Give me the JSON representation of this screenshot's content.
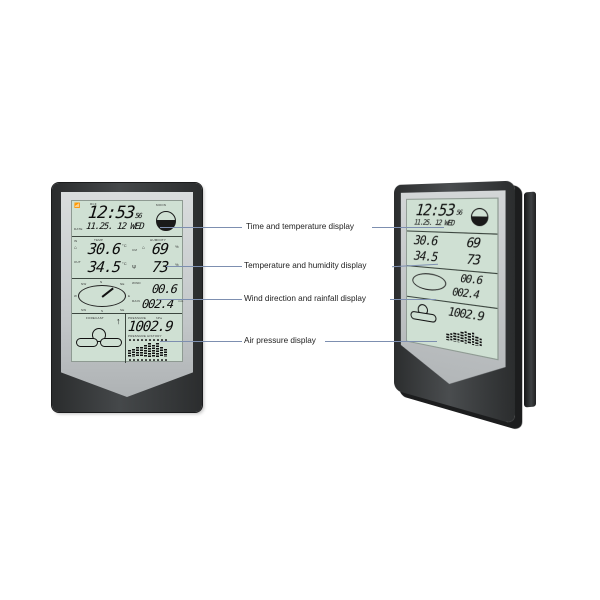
{
  "callouts": [
    {
      "label": "Time and temperature display"
    },
    {
      "label": "Temperature and humidity display"
    },
    {
      "label": "Wind direction and rainfall display"
    },
    {
      "label": "Air pressure display"
    }
  ],
  "display": {
    "time": "12:53",
    "seconds": "56",
    "date": "11.25. 12 WED",
    "rcc_label": "RCF",
    "date_label": "DATE",
    "moon_label": "MOON",
    "temp_label": "TEMP",
    "humidity_label": "HUMIDITY",
    "in_label": "IN",
    "out_label": "OUT",
    "indoor_temp": "30.6",
    "indoor_temp_unit": "°C",
    "indoor_humidity": "69",
    "humidity_unit": "%",
    "outdoor_temp": "34.5",
    "outdoor_temp_unit": "°C",
    "outdoor_humidity": "73",
    "wind_label": "WIND",
    "wind_speed": "00.6",
    "rain_label": "RAIN",
    "rainfall": "002.4",
    "rain_unit": "mm",
    "forecast_label": "FORECAST",
    "pressure_label": "PRESSURE",
    "pressure_unit": "hPa",
    "pressure_value": "1002.9",
    "pressure_history_label": "PRESSURE HISTORY",
    "trend_arrow": "↑",
    "compass_labels": [
      "N",
      "NE",
      "E",
      "SE",
      "S",
      "SW",
      "W",
      "NW"
    ],
    "pressure_history_bars": [
      4,
      5,
      6,
      6,
      7,
      8,
      7,
      8,
      6,
      5
    ]
  },
  "colors": {
    "lcd": "#cfe0d3",
    "frame": "#2b2d2e",
    "bezel": "#c4c8ca",
    "callout_line": "#7d8fb0"
  }
}
